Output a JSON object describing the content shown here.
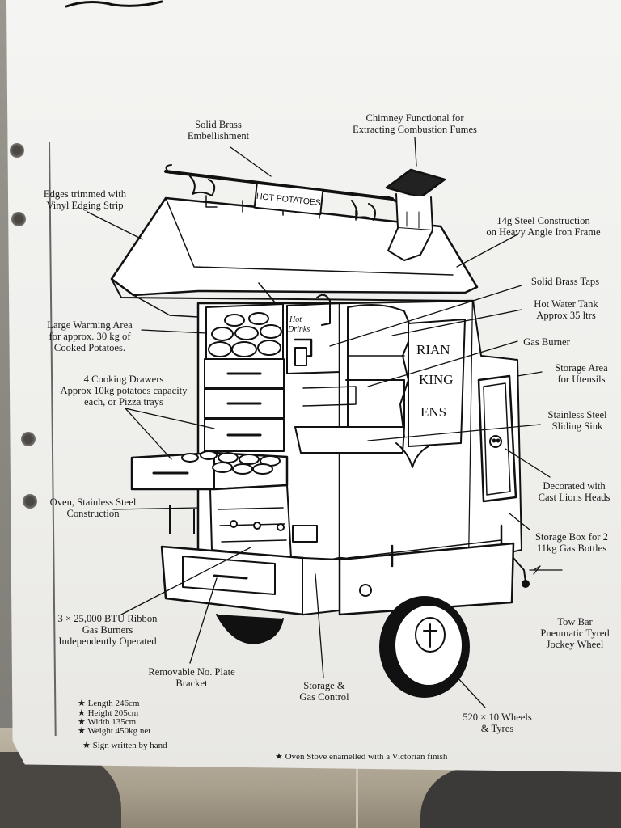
{
  "labels": {
    "solid_brass_embellishment": "Solid Brass\nEmbellishment",
    "chimney": "Chimney Functional for\nExtracting Combustion Fumes",
    "edges_trimmed": "Edges trimmed with\nVinyl Edging Strip",
    "steel_construction": "14g Steel Construction\non Heavy Angle Iron Frame",
    "solid_brass_taps": "Solid Brass Taps",
    "hot_water_tank": "Hot Water Tank\nApprox 35 ltrs",
    "gas_burner": "Gas Burner",
    "storage_utensils": "Storage Area\nfor Utensils",
    "warming_area": "Large Warming Area\nfor approx. 30 kg of\nCooked Potatoes.",
    "cooking_drawers": "4 Cooking Drawers\nApprox 10kg potatoes capacity\neach, or Pizza trays",
    "stainless_sink": "Stainless Steel\nSliding Sink",
    "lions_heads": "Decorated with\nCast Lions Heads",
    "oven": "Oven, Stainless Steel\nConstruction",
    "storage_box": "Storage Box for 2\n11kg Gas Bottles",
    "tow_bar": "Tow Bar\nPneumatic Tyred\nJockey Wheel",
    "burners": "3 × 25,000 BTU Ribbon\nGas Burners\nIndependently Operated",
    "plate_bracket": "Removable No. Plate\nBracket",
    "storage_gas_control": "Storage &\nGas Control",
    "wheels": "520 × 10  Wheels\n& Tyres"
  },
  "signboard_text": "HOT POTATOES",
  "panel_text": {
    "hot_drinks": "Hot\nDrinks",
    "side_sign_lines": [
      "RIAN",
      "KING",
      "ENS"
    ]
  },
  "specs": [
    "★ Length 246cm",
    "★ Height 205cm",
    "★ Width 135cm",
    "★ Weight 450kg net",
    "★ Sign written by hand"
  ],
  "footer_note": "★ Oven Stove enamelled with a Victorian finish"
}
